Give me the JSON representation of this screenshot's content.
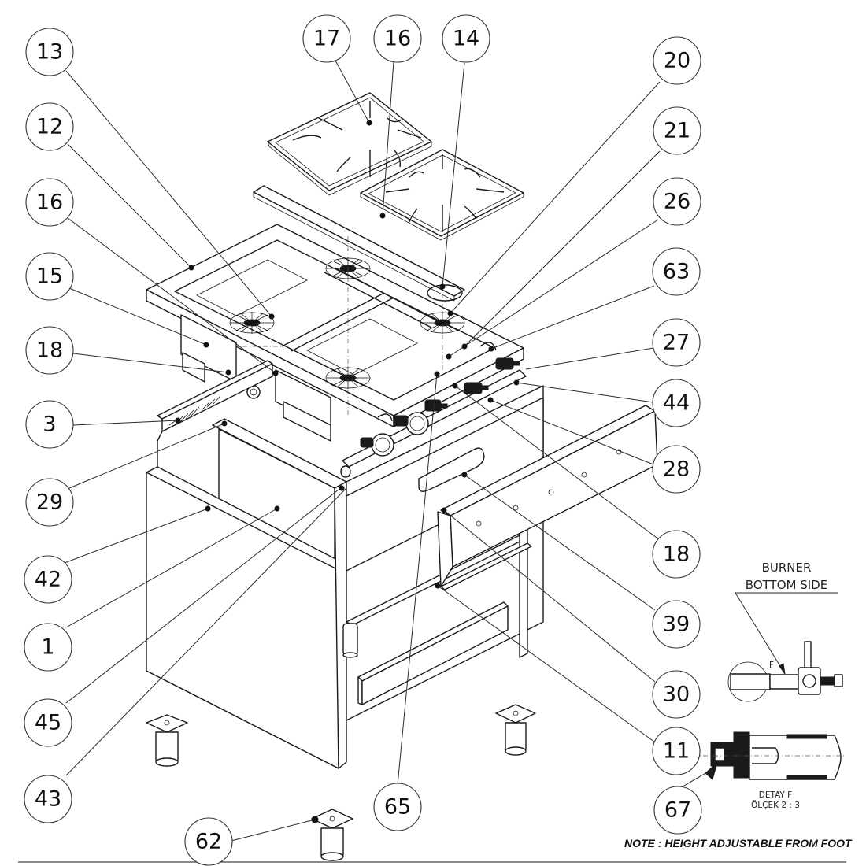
{
  "drawing": {
    "title": "Gas Cooker Exploded Assembly",
    "callouts": [
      {
        "id": "13",
        "label": "13"
      },
      {
        "id": "12",
        "label": "12"
      },
      {
        "id": "16a",
        "label": "16"
      },
      {
        "id": "15",
        "label": "15"
      },
      {
        "id": "18a",
        "label": "18"
      },
      {
        "id": "3",
        "label": "3"
      },
      {
        "id": "29",
        "label": "29"
      },
      {
        "id": "42",
        "label": "42"
      },
      {
        "id": "1",
        "label": "1"
      },
      {
        "id": "45",
        "label": "45"
      },
      {
        "id": "43",
        "label": "43"
      },
      {
        "id": "62",
        "label": "62"
      },
      {
        "id": "65",
        "label": "65"
      },
      {
        "id": "17",
        "label": "17"
      },
      {
        "id": "16b",
        "label": "16"
      },
      {
        "id": "14",
        "label": "14"
      },
      {
        "id": "20",
        "label": "20"
      },
      {
        "id": "21",
        "label": "21"
      },
      {
        "id": "26",
        "label": "26"
      },
      {
        "id": "63",
        "label": "63"
      },
      {
        "id": "27",
        "label": "27"
      },
      {
        "id": "44",
        "label": "44"
      },
      {
        "id": "28",
        "label": "28"
      },
      {
        "id": "18b",
        "label": "18"
      },
      {
        "id": "39",
        "label": "39"
      },
      {
        "id": "30",
        "label": "30"
      },
      {
        "id": "11",
        "label": "11"
      },
      {
        "id": "67",
        "label": "67"
      }
    ],
    "burner_label_line1": "BURNER",
    "burner_label_line2": "BOTTOM SIDE",
    "detail_marker": "F",
    "detail_title": "DETAY F",
    "detail_scale": "ÖLÇEK 2 : 3",
    "note": "NOTE :  HEIGHT ADJUSTABLE FROM FOOT"
  }
}
